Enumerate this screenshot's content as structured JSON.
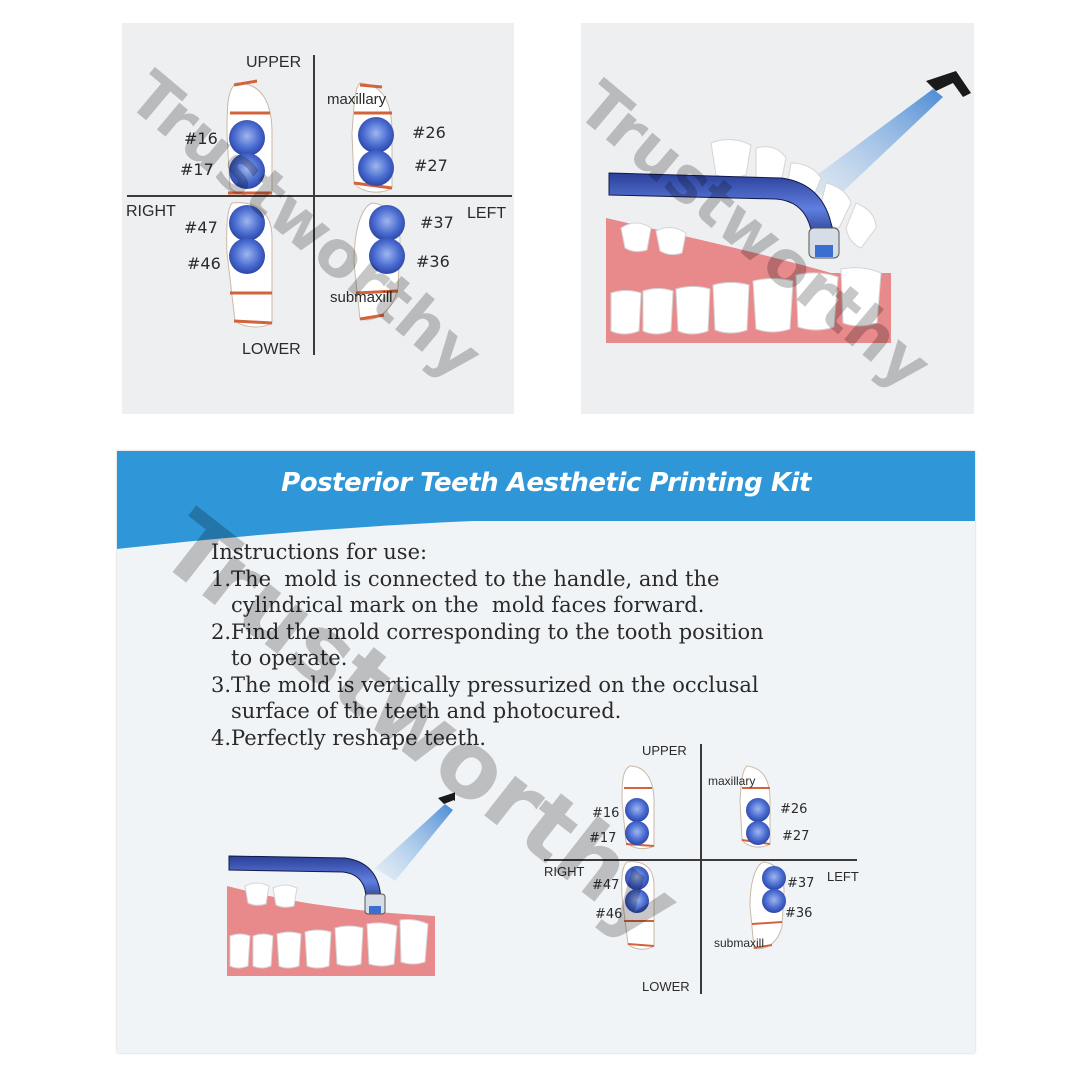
{
  "colors": {
    "header_blue": "#2f97d7",
    "tooth_blue": "#3b5fc4",
    "gum_pink": "#e98a8a",
    "panel_bg": "#eeeff1",
    "card_bg": "#f1f4f6"
  },
  "watermark": "Trustworthy",
  "chart_panel": {
    "upper": "UPPER",
    "lower": "LOWER",
    "right": "RIGHT",
    "left": "LEFT",
    "maxillary": "maxillary",
    "submaxill": "submaxill",
    "n16": "#16",
    "n17": "#17",
    "n26": "#26",
    "n27": "#27",
    "n47": "#47",
    "n46": "#46",
    "n37": "#37",
    "n36": "#36"
  },
  "card": {
    "title": "Posterior Teeth Aesthetic Printing Kit",
    "instructions": [
      "Instructions for use:",
      "1.The  mold is connected to the handle, and the",
      "   cylindrical mark on the  mold faces forward.",
      "2.Find the mold corresponding to the tooth position",
      "   to operate.",
      "3.The mold is vertically pressurized on the occlusal",
      "   surface of the teeth and photocured.",
      "4.Perfectly reshape teeth."
    ]
  },
  "icons": [
    "tooth-chart-icon",
    "curing-light-icon",
    "dental-arch-icon"
  ]
}
